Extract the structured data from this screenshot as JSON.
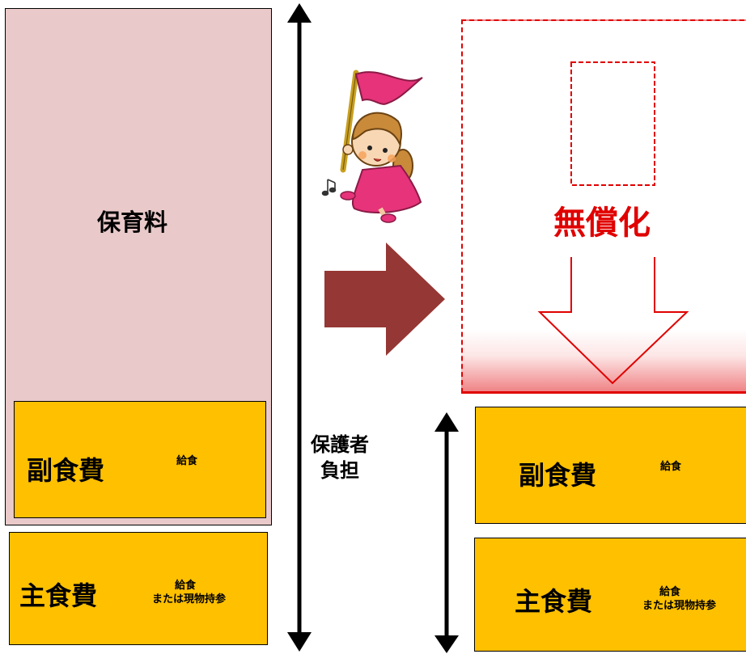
{
  "left": {
    "hoikuryo_label": "保育料",
    "fukushoku": {
      "label": "副食費",
      "note": "給食"
    },
    "shushoku": {
      "label": "主食費",
      "note_line1": "給食",
      "note_line2": "または現物持参"
    }
  },
  "middle": {
    "burden_label_line1": "保護者",
    "burden_label_line2": "負担"
  },
  "right": {
    "free_label": "無償化",
    "fukushoku": {
      "label": "副食費",
      "note": "給食"
    },
    "shushoku": {
      "label": "主食費",
      "note_line1": "給食",
      "note_line2": "または現物持参"
    }
  },
  "colors": {
    "fee_box": "#e9c9c9",
    "food_box": "#ffc000",
    "free_text": "#e00000",
    "transition_arrow": "#953734",
    "range_arrow": "#000000"
  },
  "icons": {
    "illustration": "girl-with-flag-illustration",
    "transition": "right-arrow-icon",
    "free_arrow": "down-arrow-icon",
    "range": "double-headed-arrow-icon"
  }
}
